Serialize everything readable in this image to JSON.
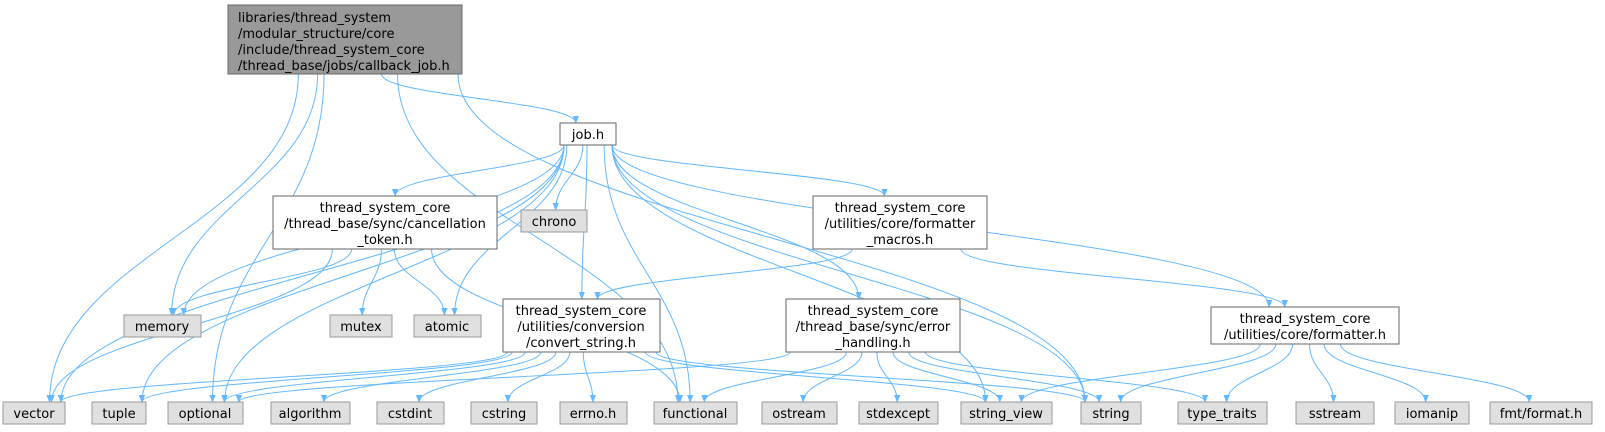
{
  "colors": {
    "edge": "#63b8ff",
    "root_fill": "#999999",
    "root_stroke": "#666666",
    "local_fill": "#ffffff",
    "local_stroke": "#666666",
    "system_fill": "#e0e0e0",
    "system_stroke": "#999999"
  },
  "nodes": {
    "root": {
      "lines": [
        "libraries/thread_system",
        "/modular_structure/core",
        "/include/thread_system_core",
        "/thread_base/jobs/callback_job.h"
      ],
      "kind": "root"
    },
    "job": {
      "lines": [
        "job.h"
      ],
      "kind": "local"
    },
    "cancel": {
      "lines": [
        "thread_system_core",
        "/thread_base/sync/cancellation",
        "_token.h"
      ],
      "kind": "local"
    },
    "chrono": {
      "lines": [
        "chrono"
      ],
      "kind": "system"
    },
    "fmtmacros": {
      "lines": [
        "thread_system_core",
        "/utilities/core/formatter",
        "_macros.h"
      ],
      "kind": "local"
    },
    "memory": {
      "lines": [
        "memory"
      ],
      "kind": "system"
    },
    "mutex": {
      "lines": [
        "mutex"
      ],
      "kind": "system"
    },
    "atomic": {
      "lines": [
        "atomic"
      ],
      "kind": "system"
    },
    "convert": {
      "lines": [
        "thread_system_core",
        "/utilities/conversion",
        "/convert_string.h"
      ],
      "kind": "local"
    },
    "errorh": {
      "lines": [
        "thread_system_core",
        "/thread_base/sync/error",
        "_handling.h"
      ],
      "kind": "local"
    },
    "formatter": {
      "lines": [
        "thread_system_core",
        "/utilities/core/formatter.h"
      ],
      "kind": "local"
    },
    "vector": {
      "lines": [
        "vector"
      ],
      "kind": "system"
    },
    "tuple": {
      "lines": [
        "tuple"
      ],
      "kind": "system"
    },
    "optional": {
      "lines": [
        "optional"
      ],
      "kind": "system"
    },
    "algorithm": {
      "lines": [
        "algorithm"
      ],
      "kind": "system"
    },
    "cstdint": {
      "lines": [
        "cstdint"
      ],
      "kind": "system"
    },
    "cstring": {
      "lines": [
        "cstring"
      ],
      "kind": "system"
    },
    "errno": {
      "lines": [
        "errno.h"
      ],
      "kind": "system"
    },
    "functional": {
      "lines": [
        "functional"
      ],
      "kind": "system"
    },
    "ostream": {
      "lines": [
        "ostream"
      ],
      "kind": "system"
    },
    "stdexcept": {
      "lines": [
        "stdexcept"
      ],
      "kind": "system"
    },
    "string_view": {
      "lines": [
        "string_view"
      ],
      "kind": "system"
    },
    "string": {
      "lines": [
        "string"
      ],
      "kind": "system"
    },
    "type_traits": {
      "lines": [
        "type_traits"
      ],
      "kind": "system"
    },
    "sstream": {
      "lines": [
        "sstream"
      ],
      "kind": "system"
    },
    "iomanip": {
      "lines": [
        "iomanip"
      ],
      "kind": "system"
    },
    "fmtformat": {
      "lines": [
        "fmt/format.h"
      ],
      "kind": "system"
    }
  },
  "edges": [
    [
      "root",
      "job"
    ],
    [
      "root",
      "memory"
    ],
    [
      "root",
      "vector"
    ],
    [
      "root",
      "optional"
    ],
    [
      "root",
      "functional"
    ],
    [
      "root",
      "string"
    ],
    [
      "job",
      "cancel"
    ],
    [
      "job",
      "chrono"
    ],
    [
      "job",
      "fmtmacros"
    ],
    [
      "job",
      "memory"
    ],
    [
      "job",
      "atomic"
    ],
    [
      "job",
      "convert"
    ],
    [
      "job",
      "errorh"
    ],
    [
      "job",
      "formatter"
    ],
    [
      "job",
      "vector"
    ],
    [
      "job",
      "tuple"
    ],
    [
      "job",
      "optional"
    ],
    [
      "job",
      "functional"
    ],
    [
      "job",
      "string_view"
    ],
    [
      "job",
      "string"
    ],
    [
      "cancel",
      "memory"
    ],
    [
      "cancel",
      "mutex"
    ],
    [
      "cancel",
      "atomic"
    ],
    [
      "cancel",
      "vector"
    ],
    [
      "cancel",
      "functional"
    ],
    [
      "fmtmacros",
      "convert"
    ],
    [
      "fmtmacros",
      "formatter"
    ],
    [
      "convert",
      "vector"
    ],
    [
      "convert",
      "tuple"
    ],
    [
      "convert",
      "optional"
    ],
    [
      "convert",
      "algorithm"
    ],
    [
      "convert",
      "cstdint"
    ],
    [
      "convert",
      "cstring"
    ],
    [
      "convert",
      "errno"
    ],
    [
      "convert",
      "string_view"
    ],
    [
      "convert",
      "string"
    ],
    [
      "errorh",
      "optional"
    ],
    [
      "errorh",
      "functional"
    ],
    [
      "errorh",
      "ostream"
    ],
    [
      "errorh",
      "stdexcept"
    ],
    [
      "errorh",
      "string_view"
    ],
    [
      "errorh",
      "string"
    ],
    [
      "errorh",
      "type_traits"
    ],
    [
      "formatter",
      "string_view"
    ],
    [
      "formatter",
      "string"
    ],
    [
      "formatter",
      "type_traits"
    ],
    [
      "formatter",
      "sstream"
    ],
    [
      "formatter",
      "iomanip"
    ],
    [
      "formatter",
      "fmtformat"
    ]
  ]
}
